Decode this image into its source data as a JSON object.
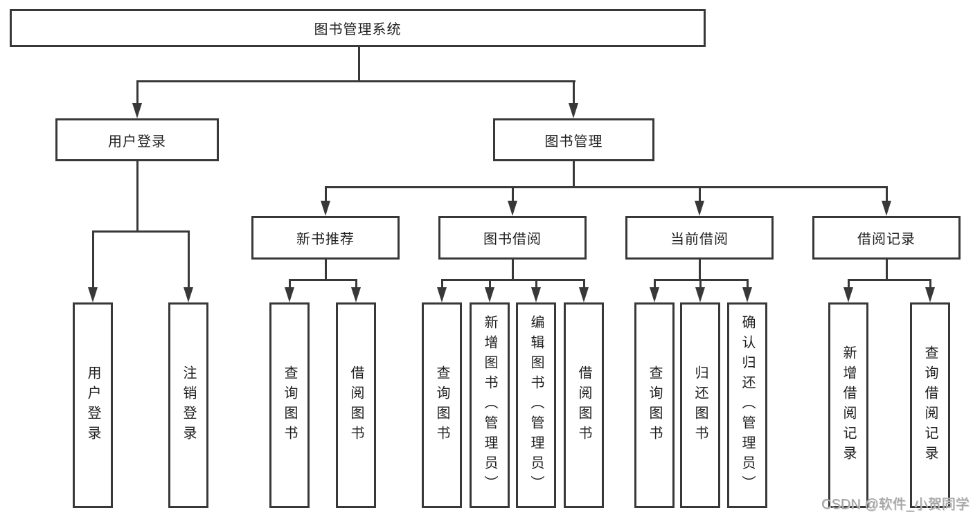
{
  "diagram": {
    "type": "tree",
    "root": {
      "label": "图书管理系统",
      "children": [
        {
          "label": "用户登录",
          "children": [
            {
              "label": "用户登录"
            },
            {
              "label": "注销登录"
            }
          ]
        },
        {
          "label": "图书管理",
          "children": [
            {
              "label": "新书推荐",
              "children": [
                {
                  "label": "查询图书"
                },
                {
                  "label": "借阅图书"
                }
              ]
            },
            {
              "label": "图书借阅",
              "children": [
                {
                  "label": "查询图书"
                },
                {
                  "label": "新增图书（管理员）"
                },
                {
                  "label": "编辑图书（管理员）"
                },
                {
                  "label": "借阅图书"
                }
              ]
            },
            {
              "label": "当前借阅",
              "children": [
                {
                  "label": "查询图书"
                },
                {
                  "label": "归还图书"
                },
                {
                  "label": "确认归还（管理员）"
                }
              ]
            },
            {
              "label": "借阅记录",
              "children": [
                {
                  "label": "新增借阅记录"
                },
                {
                  "label": "查询借阅记录"
                }
              ]
            }
          ]
        }
      ]
    },
    "colors": {
      "line": "#383838",
      "text": "#1f1f1f",
      "watermark": "#a3a3a3",
      "background": "#ffffff"
    }
  },
  "watermark": {
    "text": "CSDN @软件_小贺同学"
  }
}
